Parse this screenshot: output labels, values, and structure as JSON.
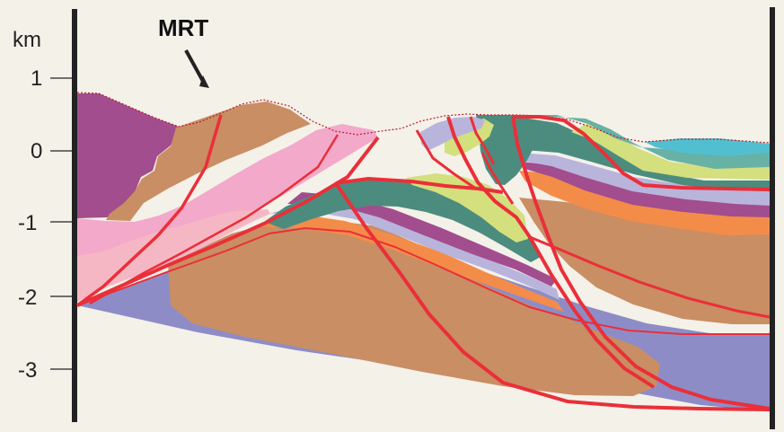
{
  "axis": {
    "unit": "km",
    "ticks": [
      "1",
      "0",
      "-1",
      "-2",
      "-3"
    ]
  },
  "annotations": {
    "fault_label": "MRT"
  },
  "colors": {
    "purple": "#a24d8e",
    "tan": "#c98e63",
    "pink": "#f3a9ca",
    "light_pink": "#f6b7c4",
    "teal": "#4b8c7f",
    "light_teal": "#67b1a5",
    "yellow_green": "#d4df7d",
    "orange": "#f48c49",
    "lavender": "#b9b4dc",
    "blue_lavender": "#8e8cc7",
    "cyan": "#52bfd0",
    "fault_red": "#ea2f39"
  }
}
